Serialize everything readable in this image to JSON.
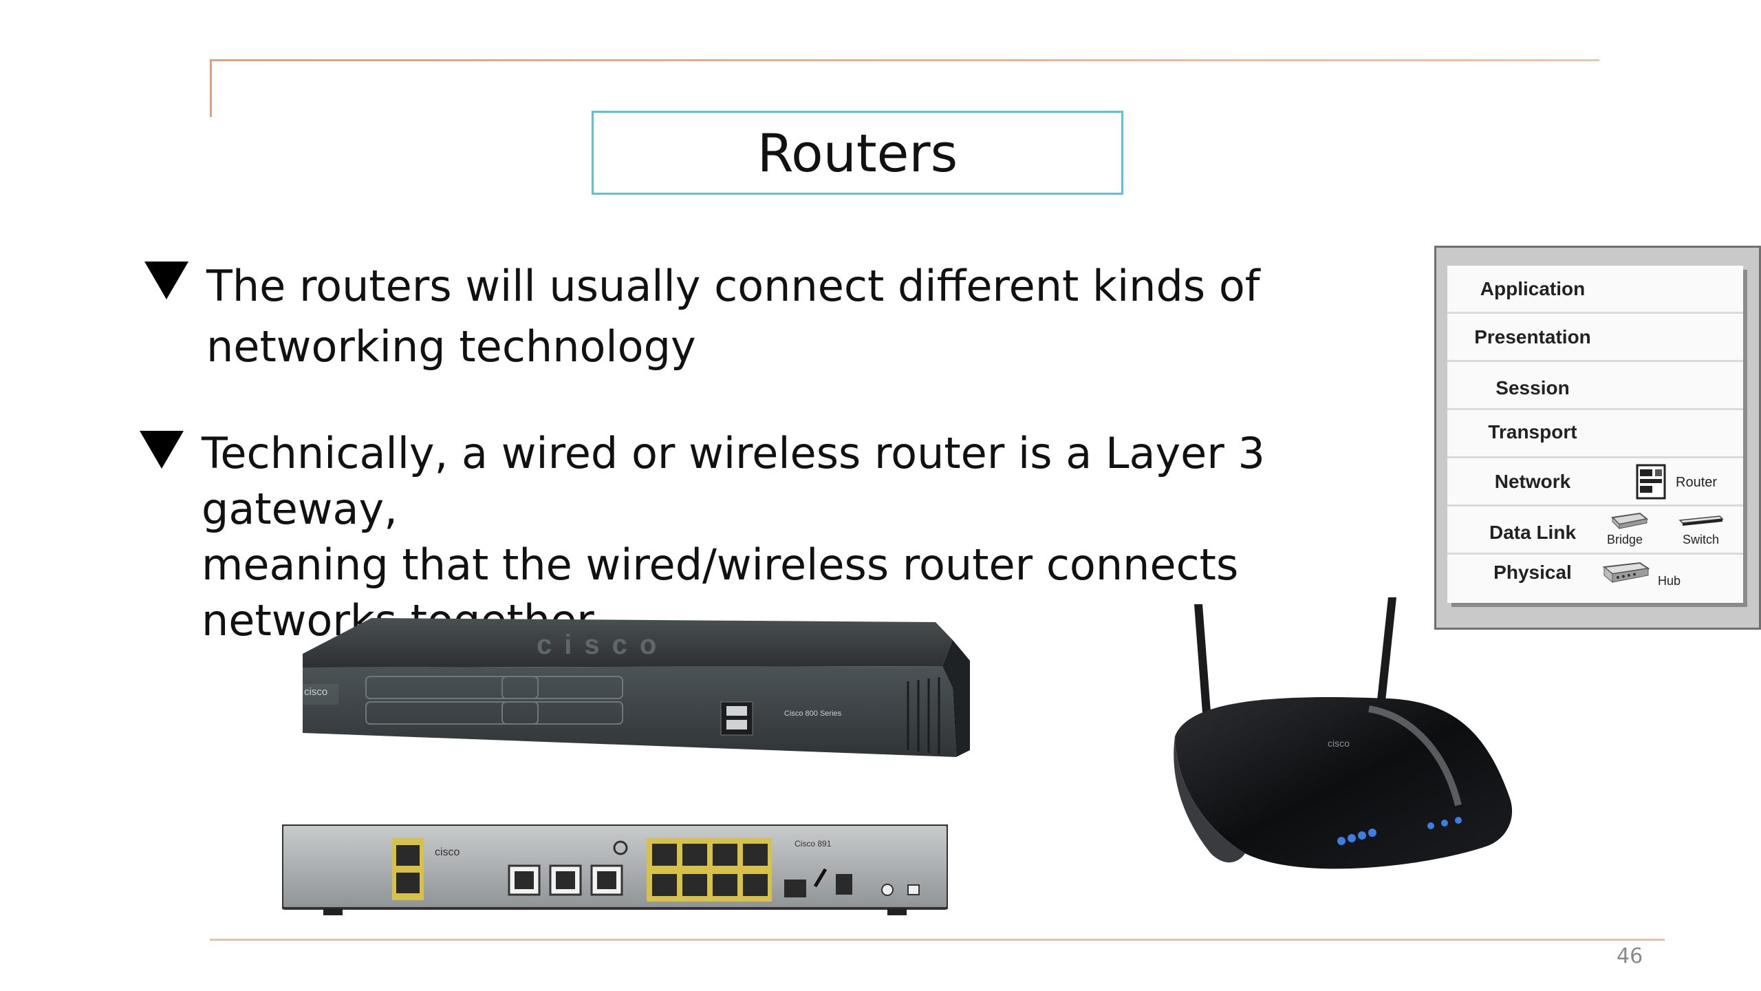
{
  "slide": {
    "title": "Routers",
    "page_number": "46",
    "bullets": [
      {
        "text_lines": [
          "The routers will usually connect different kinds of",
          "networking technology"
        ]
      },
      {
        "text_lines": [
          "Technically, a wired or wireless router is a Layer 3 gateway,",
          "meaning that the wired/wireless router connects",
          "networks together"
        ]
      }
    ]
  },
  "osi_model": {
    "layers": [
      "Application",
      "Presentation",
      "Session",
      "Transport",
      "Network",
      "Data Link",
      "Physical"
    ],
    "devices": {
      "network": [
        "Router"
      ],
      "data_link": [
        "Bridge",
        "Switch"
      ],
      "physical": [
        "Hub"
      ]
    }
  },
  "images": {
    "router_front_brand": "cisco",
    "router_front_model": "Cisco 800 Series",
    "router_back_brand": "cisco",
    "router_back_model": "Cisco 891",
    "wireless_router_brand": "cisco"
  },
  "colors": {
    "title_border": "#5bc2da",
    "rule": "#e2a078",
    "text": "#111111"
  }
}
